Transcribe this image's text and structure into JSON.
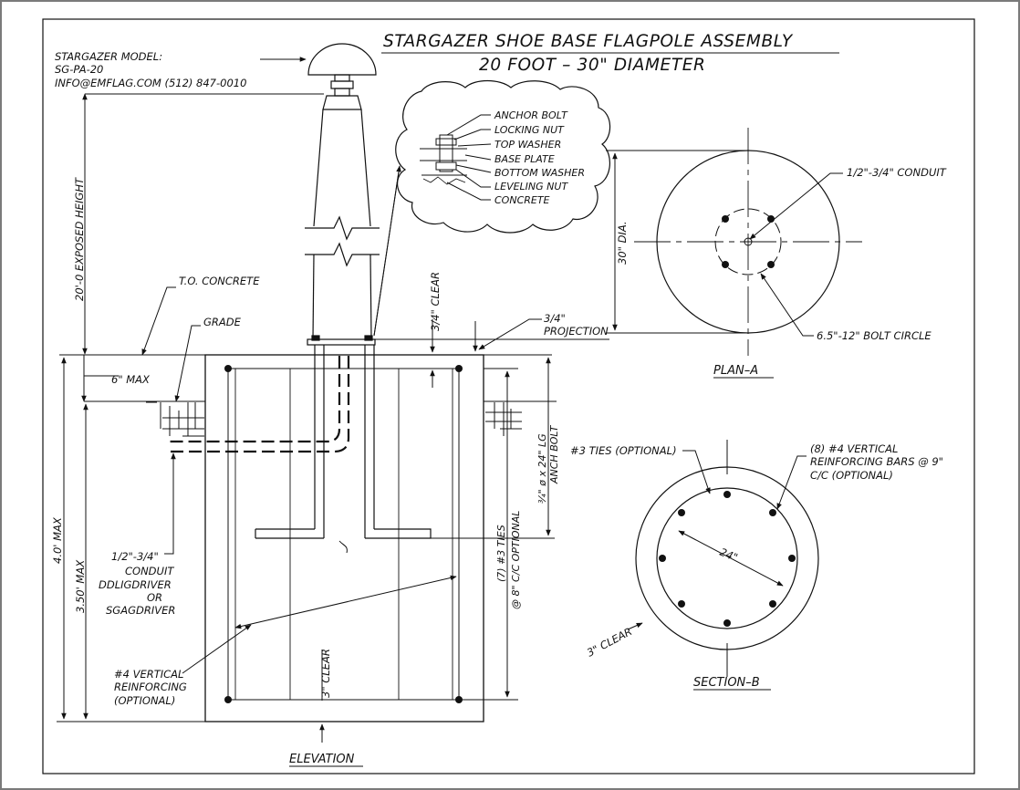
{
  "title": {
    "line1": "STARGAZER SHOE BASE FLAGPOLE ASSEMBLY",
    "line2": "20 FOOT – 30\" DIAMETER"
  },
  "model": {
    "line1": "STARGAZER MODEL:",
    "line2": "SG-PA-20",
    "line3": "INFO@EMFLAG.COM (512) 847-0010"
  },
  "elevation": {
    "caption": "ELEVATION",
    "exposed_height": "20'-0 EXPOSED HEIGHT",
    "to_concrete": "T.O. CONCRETE",
    "grade": "GRADE",
    "six_max": "6\" MAX",
    "four_max": "4.0' MAX",
    "three_fifty_max": "3.50' MAX",
    "clear_top": "3/4\" CLEAR",
    "projection_1": "3/4\"",
    "projection_2": "PROJECTION",
    "anchor_bolt_1": "¾\" ø x 24\" LG",
    "anchor_bolt_2": "ANCH BOLT",
    "ties_1": "(7) #3 TIES",
    "ties_2": "@ 8\" C/C OPTIONAL",
    "conduit_1": "1/2\"-3/4\"",
    "conduit_2": "CONDUIT",
    "conduit_3": "DDLIGDRIVER",
    "conduit_4": "OR",
    "conduit_5": "SGAGDRIVER",
    "clear_mid": "3\" CLEAR",
    "reinf_1": "#4 VERTICAL",
    "reinf_2": "REINFORCING",
    "reinf_3": "(OPTIONAL)"
  },
  "detail_bubble": {
    "items": [
      "ANCHOR BOLT",
      "LOCKING NUT",
      "TOP WASHER",
      "BASE PLATE",
      "BOTTOM WASHER",
      "LEVELING NUT",
      "CONCRETE"
    ]
  },
  "plan_a": {
    "caption": "PLAN–A",
    "dia": "30\" DIA.",
    "conduit": "1/2\"-3/4\" CONDUIT",
    "bolt_circle": "6.5\"-12\" BOLT CIRCLE"
  },
  "section_b": {
    "caption": "SECTION–B",
    "ties": "#3 TIES (OPTIONAL)",
    "bars_1": "(8) #4 VERTICAL",
    "bars_2": "REINFORCING BARS @ 9\"",
    "bars_3": "C/C (OPTIONAL)",
    "diameter": "24\"",
    "clear": "3\" CLEAR"
  },
  "colors": {
    "ink": "#111111",
    "frame": "#7a7a7a",
    "paper": "#ffffff"
  }
}
